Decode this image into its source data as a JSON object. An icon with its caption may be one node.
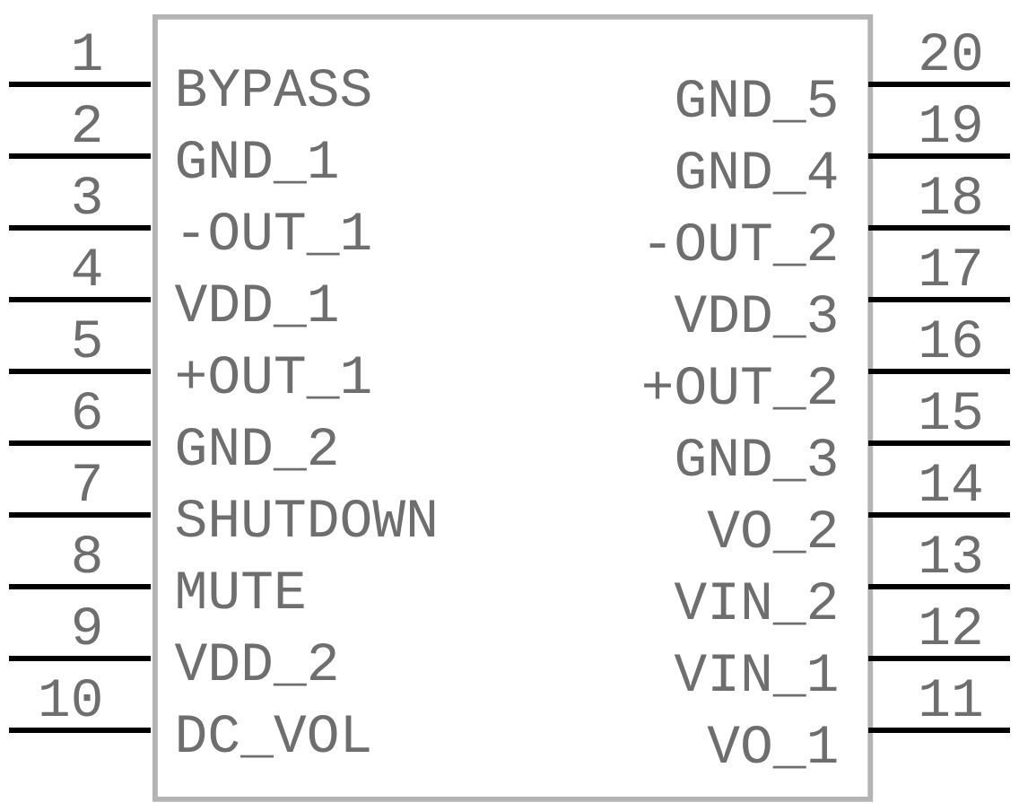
{
  "diagram": {
    "nodes": [
      {
        "text": [],
        "shape": "box"
      }
    ],
    "labels": [
      "1",
      "BYPASS",
      "GND_5",
      "20",
      "2",
      "GND_1",
      "GND_4",
      "19",
      "3",
      "-OUT_1",
      "-OUT_2",
      "18",
      "4",
      "VDD_1",
      "VDD_3",
      "17",
      "5",
      "+OUT_1",
      "+OUT_2",
      "16",
      "6",
      "GND_2",
      "GND_3",
      "15",
      "7",
      "SHUTDOWN",
      "VO_2",
      "14",
      "8",
      "MUTE",
      "VIN_2",
      "13",
      "9",
      "VDD_2",
      "VIN_1",
      "12",
      "10",
      "DC_VOL",
      "VO_1",
      "11"
    ]
  }
}
